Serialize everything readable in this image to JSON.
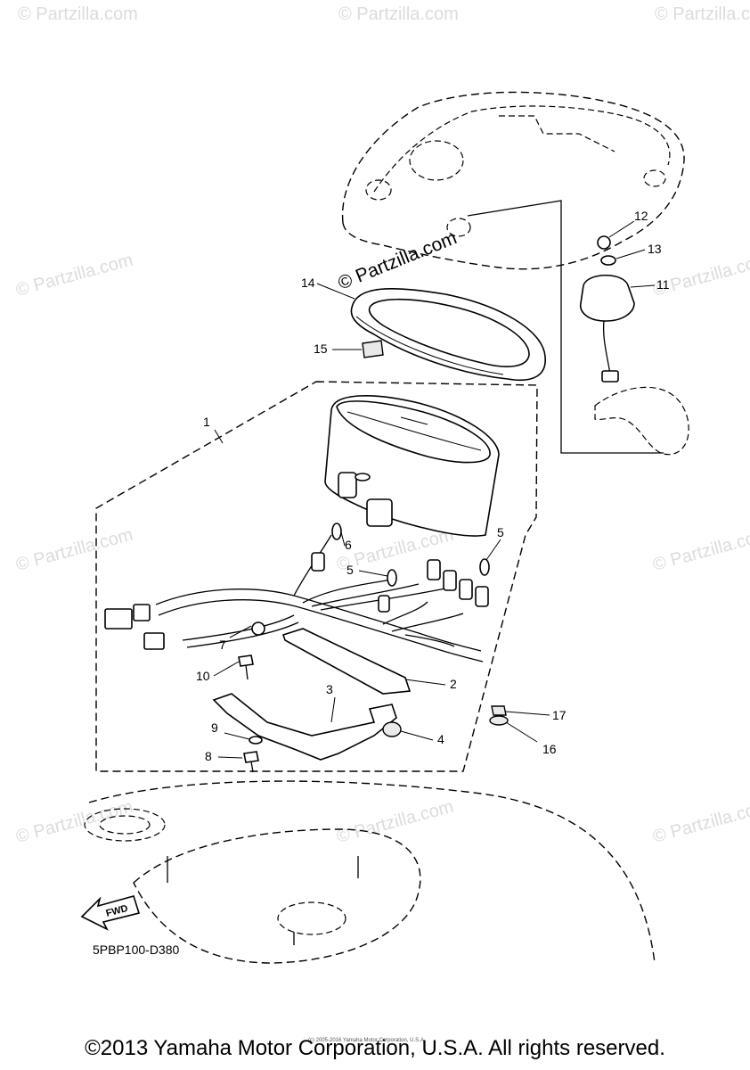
{
  "watermark": "© Partzilla.com",
  "diagram_code": "5PBP100-D380",
  "fwd_label": "FWD",
  "footer_small": "(c) 2005-2016 Yamaha Motor Corporation, U.S.A.",
  "copyright": "©2013 Yamaha Motor Corporation, U.S.A. All rights reserved.",
  "callouts": [
    "1",
    "2",
    "3",
    "4",
    "5",
    "5",
    "6",
    "7",
    "8",
    "9",
    "10",
    "11",
    "12",
    "13",
    "14",
    "15",
    "16",
    "17"
  ]
}
